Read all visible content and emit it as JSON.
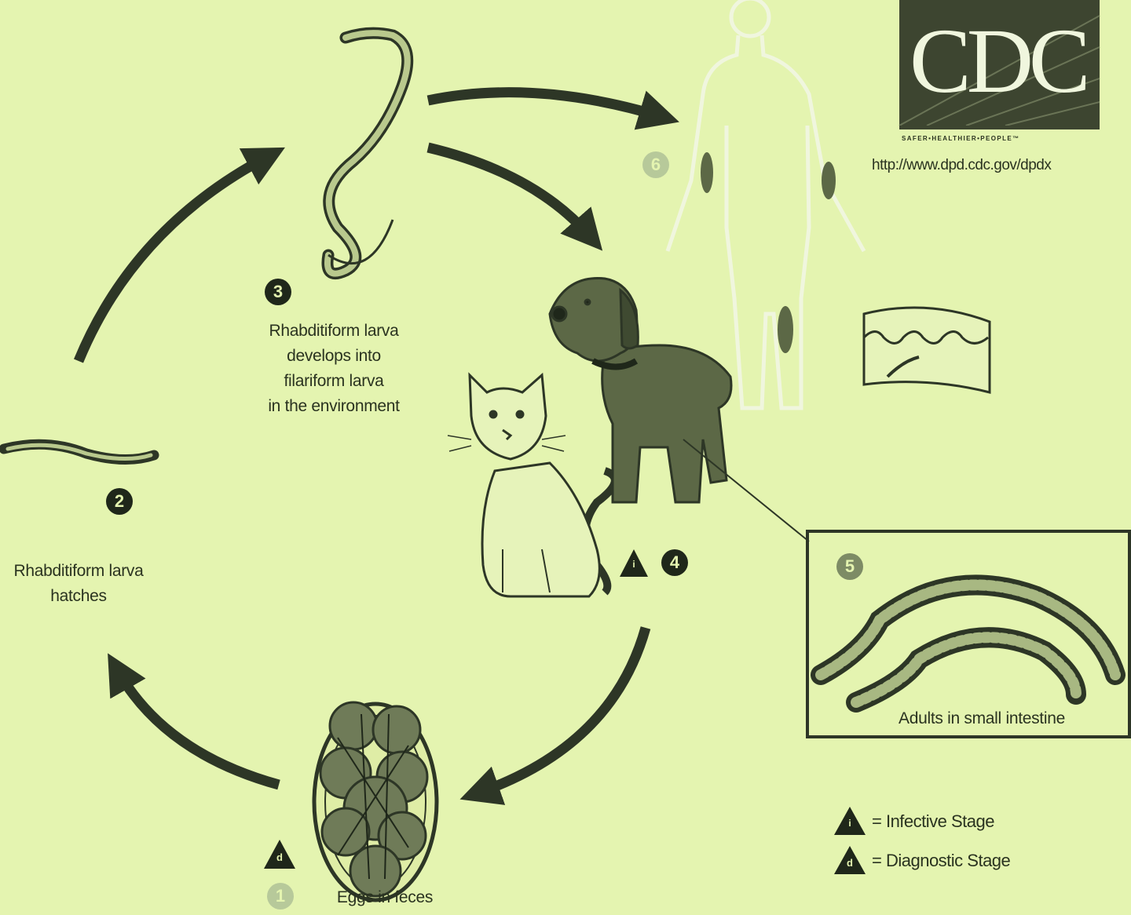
{
  "logo": {
    "wordmark": "CDC",
    "tagline": "SAFER•HEALTHIER•PEOPLE™",
    "url": "http://www.dpd.cdc.gov/dpdx"
  },
  "stages": {
    "s1": {
      "number": "1",
      "label": "Eggs in feces",
      "marker": "d"
    },
    "s2": {
      "number": "2",
      "label_lines": [
        "Rhabditiform larva",
        "hatches"
      ]
    },
    "s3": {
      "number": "3",
      "label_lines": [
        "Rhabditiform larva",
        "develops into",
        "filariform larva",
        "in the environment"
      ]
    },
    "s4": {
      "number": "4",
      "marker": "i"
    },
    "s5": {
      "number": "5",
      "label": "Adults in small intestine"
    },
    "s6": {
      "number": "6"
    }
  },
  "legend": {
    "infective": {
      "marker": "i",
      "text": "= Infective Stage"
    },
    "diagnostic": {
      "marker": "d",
      "text": "= Diagnostic Stage"
    }
  },
  "colors": {
    "background": "#e4f4b0",
    "ink": "#2a3320",
    "dark": "#1f271a",
    "dog": "#5c6846",
    "faded_number": "#b7c99a"
  },
  "icons": [
    "larva-icon",
    "filariform-larva-icon",
    "egg-icon",
    "dog-icon",
    "cat-icon",
    "human-silhouette-icon",
    "skin-section-icon",
    "adult-worms-icon",
    "arrow-icon"
  ]
}
